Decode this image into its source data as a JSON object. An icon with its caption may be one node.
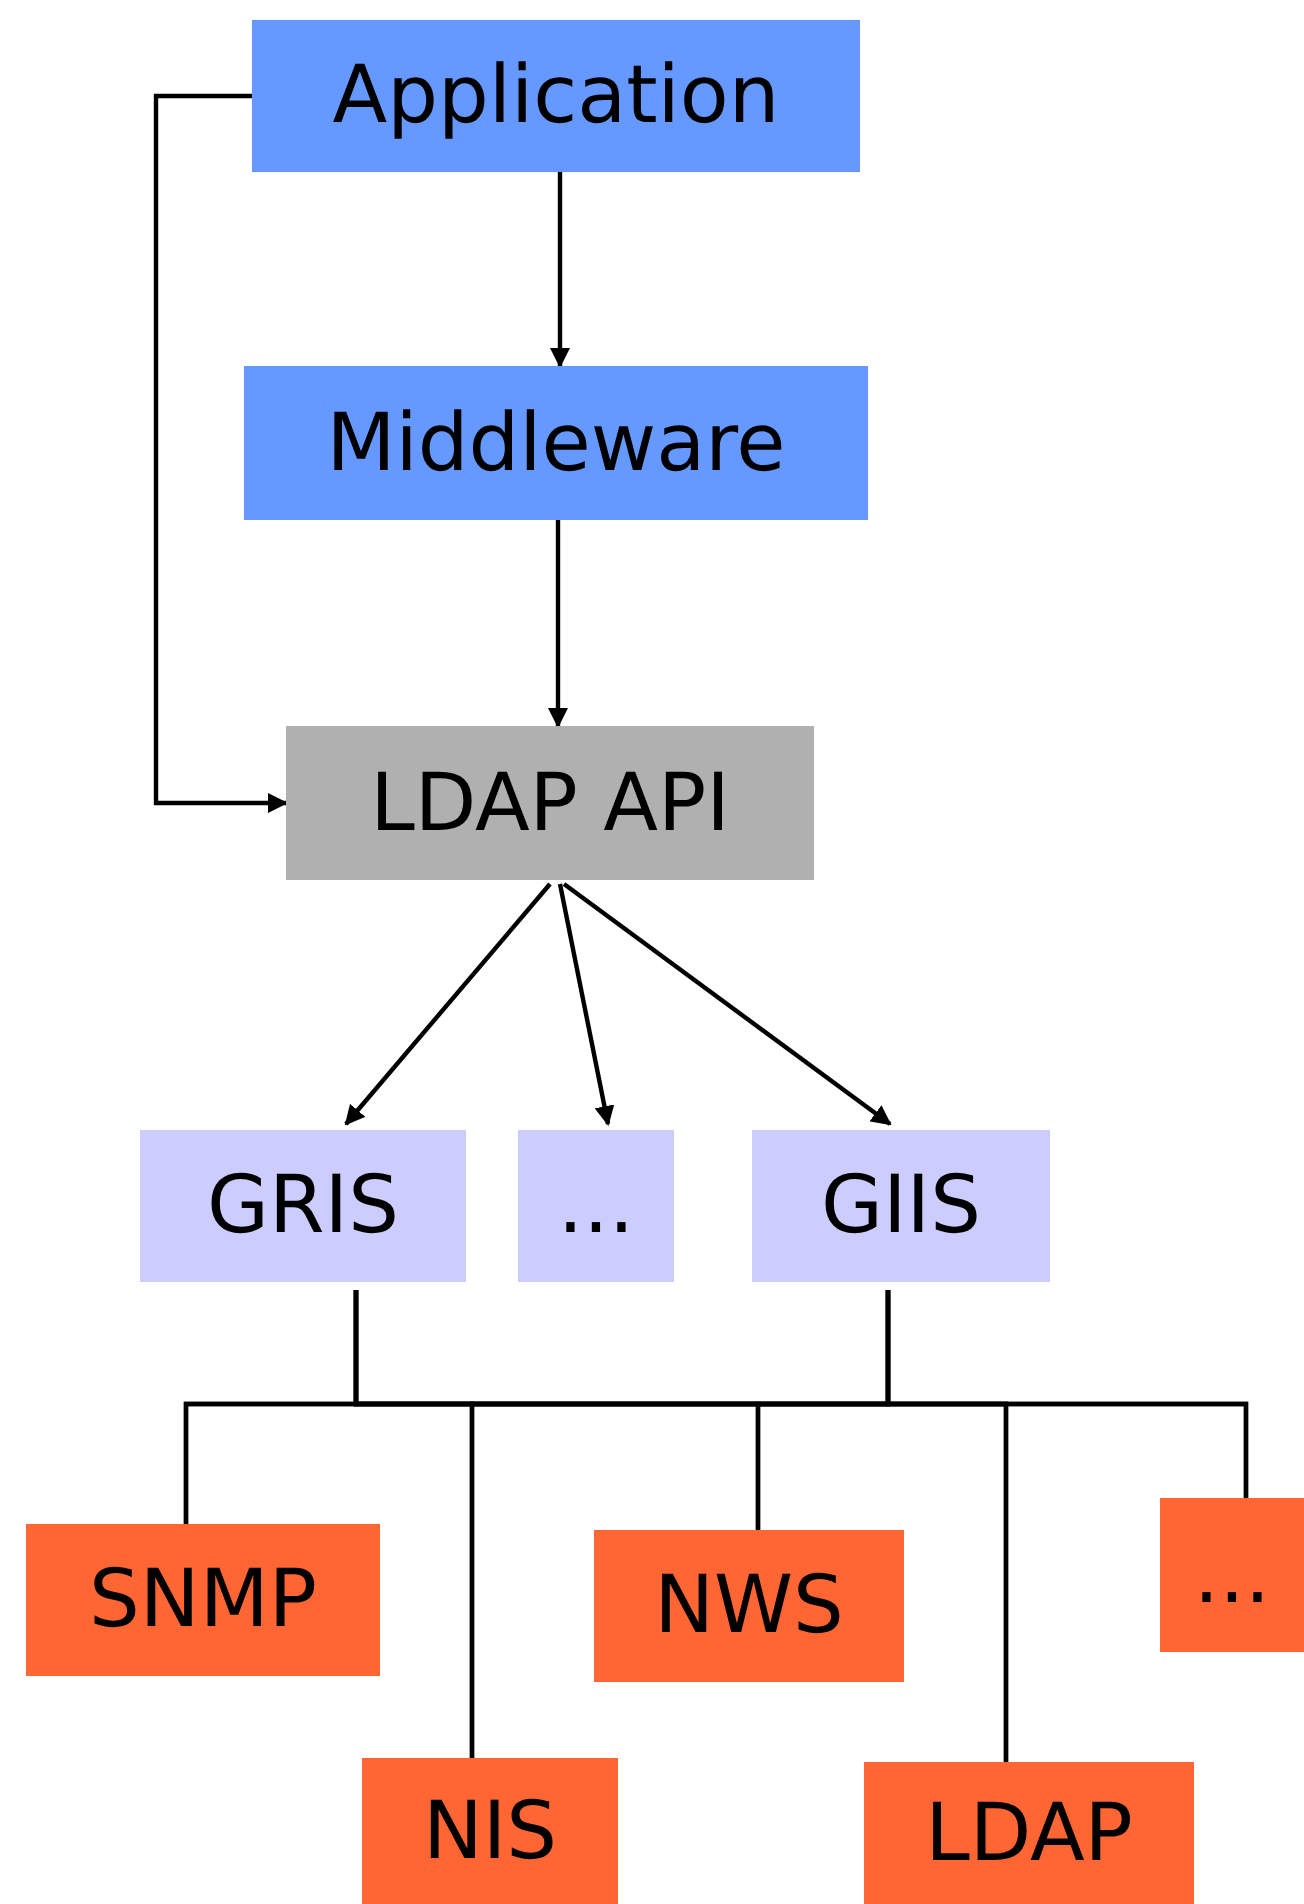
{
  "diagram": {
    "nodes": [
      {
        "text": [
          "Application"
        ]
      },
      {
        "text": [
          "Middleware"
        ]
      },
      {
        "text": [
          "LDAP API"
        ]
      },
      {
        "text": [
          "GRIS"
        ]
      },
      {
        "text": [
          "..."
        ]
      },
      {
        "text": [
          "GIIS"
        ]
      },
      {
        "text": [
          "SNMP"
        ]
      },
      {
        "text": [
          "NIS"
        ]
      },
      {
        "text": [
          "NWS"
        ]
      },
      {
        "text": [
          "LDAP"
        ]
      },
      {
        "text": [
          "..."
        ]
      }
    ],
    "edges": [
      {
        "from": 0,
        "to": 1,
        "arrow": "to"
      },
      {
        "from": 1,
        "to": 2,
        "arrow": "to"
      },
      {
        "from": 0,
        "to": 2,
        "arrow": "to"
      },
      {
        "from": 2,
        "to": 3,
        "arrow": "to"
      },
      {
        "from": 2,
        "to": 4,
        "arrow": "to"
      },
      {
        "from": 2,
        "to": 5,
        "arrow": "to"
      },
      {
        "from": 3,
        "to": 6,
        "arrow": "none"
      },
      {
        "from": 3,
        "to": 7,
        "arrow": "none"
      },
      {
        "from": 3,
        "to": 8,
        "arrow": "none"
      },
      {
        "from": 3,
        "to": 9,
        "arrow": "none"
      },
      {
        "from": 3,
        "to": 10,
        "arrow": "none"
      },
      {
        "from": 5,
        "to": 6,
        "arrow": "none"
      },
      {
        "from": 5,
        "to": 7,
        "arrow": "none"
      },
      {
        "from": 5,
        "to": 8,
        "arrow": "none"
      },
      {
        "from": 5,
        "to": 9,
        "arrow": "none"
      },
      {
        "from": 5,
        "to": 10,
        "arrow": "none"
      }
    ]
  }
}
